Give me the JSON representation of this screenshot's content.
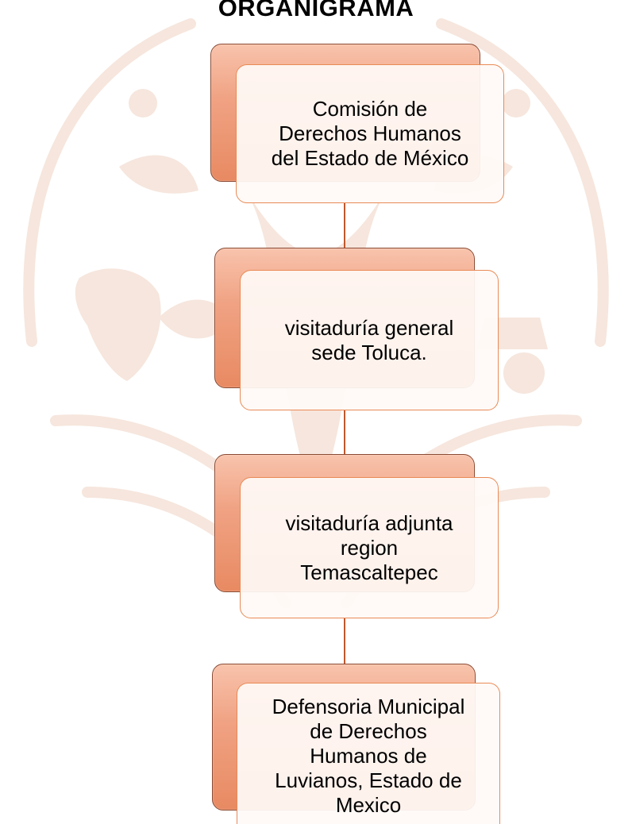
{
  "title": "ORGANIGRAMA",
  "colors": {
    "connector": "#c0582d",
    "box_border": "#e98a56",
    "box_fill_back": "#f0a283",
    "box_fill_front": "#fffaf6",
    "watermark": "#f6e6dd"
  },
  "nodes": [
    {
      "label": "Comisión de\nDerechos Humanos\ndel Estado de México"
    },
    {
      "label": "visitaduría general\nsede Toluca."
    },
    {
      "label": "visitaduría adjunta\nregion\nTemascaltepec"
    },
    {
      "label": "Defensoria Municipal\nde Derechos\nHumanos de\nLuvianos, Estado de\nMexico"
    }
  ]
}
